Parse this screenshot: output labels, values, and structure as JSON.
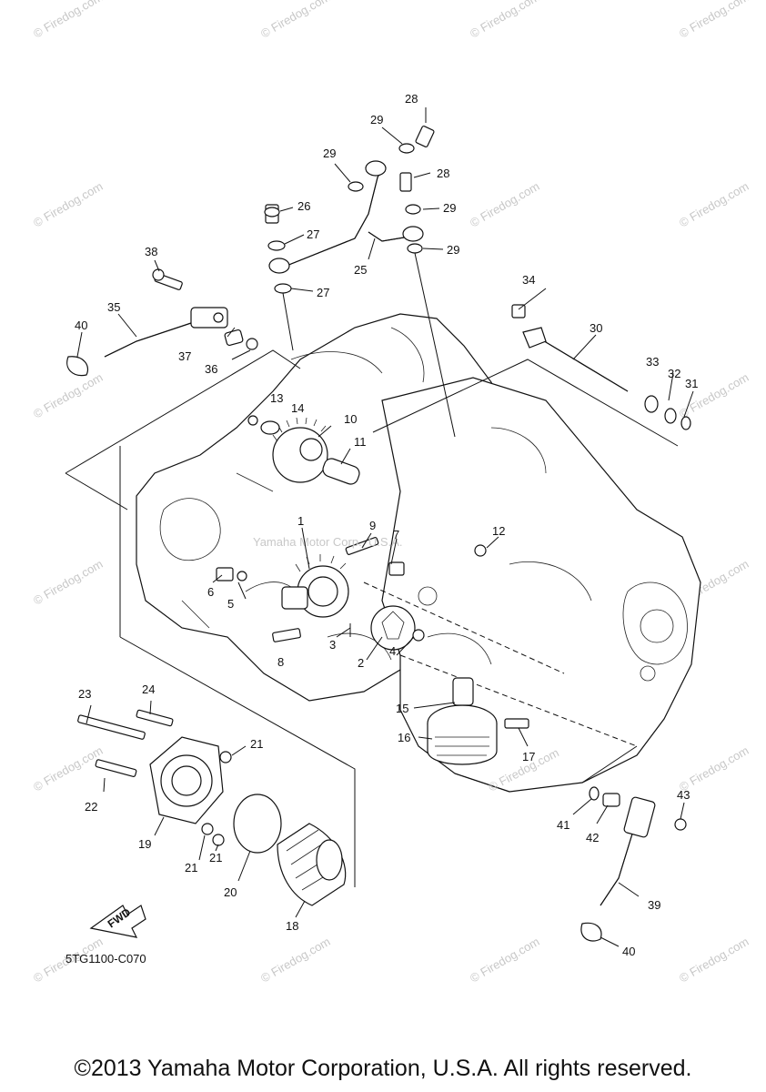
{
  "watermark": {
    "text": "© Firedog.com"
  },
  "center_mark": "Yamaha Motor Corp., U.S.A.",
  "fwd_label": "FWD",
  "diagram_code": "5TG1100-C070",
  "footer": "©2013 Yamaha Motor Corporation, U.S.A. All rights reserved.",
  "callouts": {
    "c1": "1",
    "c2": "2",
    "c3": "3",
    "c4": "4",
    "c5": "5",
    "c6": "6",
    "c7": "7",
    "c8": "8",
    "c9": "9",
    "c10": "10",
    "c11": "11",
    "c12": "12",
    "c13": "13",
    "c14": "14",
    "c15": "15",
    "c16": "16",
    "c17": "17",
    "c18": "18",
    "c19": "19",
    "c20": "20",
    "c21a": "21",
    "c21b": "21",
    "c21c": "21",
    "c22": "22",
    "c23": "23",
    "c24": "24",
    "c25": "25",
    "c26": "26",
    "c27a": "27",
    "c27b": "27",
    "c28a": "28",
    "c28b": "28",
    "c29a": "29",
    "c29b": "29",
    "c29c": "29",
    "c29d": "29",
    "c30": "30",
    "c31": "31",
    "c32": "32",
    "c33": "33",
    "c34": "34",
    "c35": "35",
    "c36": "36",
    "c37": "37",
    "c38": "38",
    "c39": "39",
    "c40a": "40",
    "c40b": "40",
    "c41": "41",
    "c42": "42",
    "c43": "43"
  }
}
